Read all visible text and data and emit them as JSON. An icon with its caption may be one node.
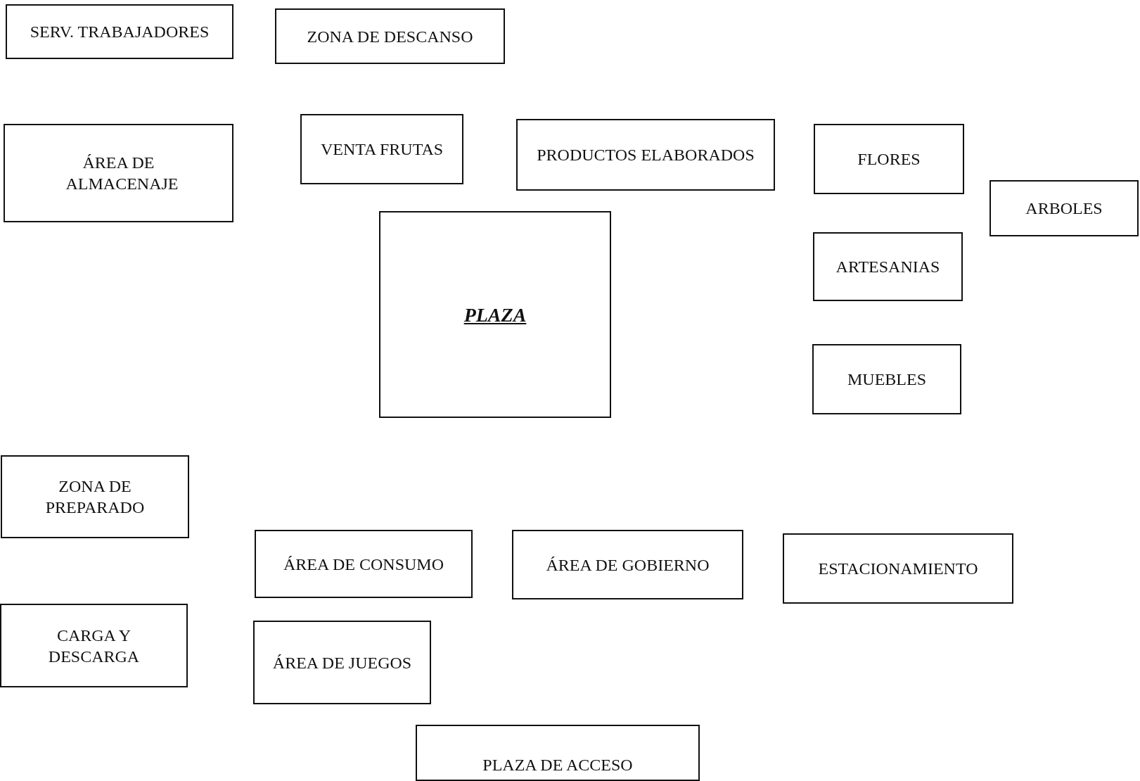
{
  "diagram": {
    "nodes": [
      {
        "text": [
          "SERV. TRABAJADORES"
        ]
      },
      {
        "text": [
          "ZONA DE DESCANSO"
        ]
      },
      {
        "text": [
          "ÁREA DE ALMACENAJE"
        ]
      },
      {
        "text": [
          "VENTA FRUTAS"
        ]
      },
      {
        "text": [
          "PRODUCTOS ELABORADOS"
        ]
      },
      {
        "text": [
          "FLORES"
        ]
      },
      {
        "text": [
          "ARBOLES"
        ]
      },
      {
        "text": [
          "PLAZA"
        ]
      },
      {
        "text": [
          "ARTESANIAS"
        ]
      },
      {
        "text": [
          "MUEBLES"
        ]
      },
      {
        "text": [
          "ZONA DE PREPARADO"
        ]
      },
      {
        "text": [
          "ÁREA DE CONSUMO"
        ]
      },
      {
        "text": [
          "ÁREA DE GOBIERNO"
        ]
      },
      {
        "text": [
          "ESTACIONAMIENTO"
        ]
      },
      {
        "text": [
          "CARGA Y DESCARGA"
        ]
      },
      {
        "text": [
          "ÁREA DE JUEGOS"
        ]
      },
      {
        "text": [
          "PLAZA DE ACCESO"
        ]
      }
    ]
  }
}
